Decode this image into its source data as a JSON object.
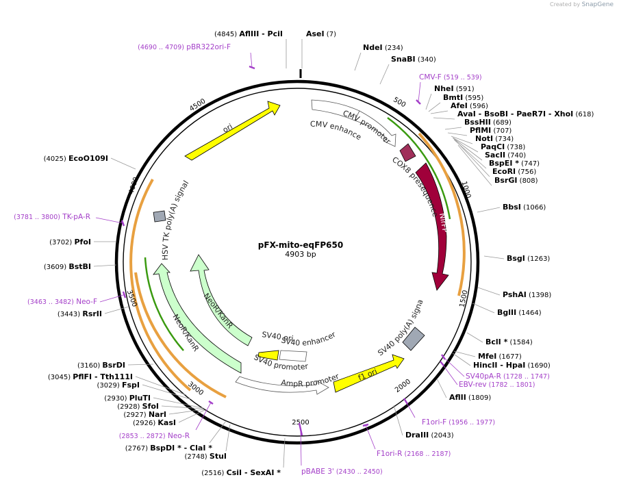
{
  "watermark": {
    "prefix": "Created by",
    "brand": "SnapGene"
  },
  "plasmid": {
    "name": "pFX-mito-eqFP650",
    "length": "4903 bp"
  },
  "ticks": [
    "500",
    "1000",
    "1500",
    "2000",
    "2500",
    "3000",
    "3500",
    "4000",
    "4500"
  ],
  "enzymes": [
    {
      "id": "aflIII-pciI",
      "left": "(4845)",
      "name": "AflIII  -  PciI",
      "right": ""
    },
    {
      "id": "aseI",
      "left": "",
      "name": "AseI",
      "right": "(7)"
    },
    {
      "id": "ndeI",
      "left": "",
      "name": "NdeI",
      "right": "(234)"
    },
    {
      "id": "snabI",
      "left": "",
      "name": "SnaBI",
      "right": "(340)"
    },
    {
      "id": "nheI",
      "left": "",
      "name": "NheI",
      "right": "(591)"
    },
    {
      "id": "bmtI",
      "left": "",
      "name": "BmtI",
      "right": "(595)"
    },
    {
      "id": "afeI",
      "left": "",
      "name": "AfeI",
      "right": "(596)"
    },
    {
      "id": "avaI-group",
      "left": "",
      "name": "AvaI  -  BsoBI  -  PaeR7I  -  XhoI",
      "right": "(618)"
    },
    {
      "id": "bsshII",
      "left": "",
      "name": "BssHII",
      "right": "(689)"
    },
    {
      "id": "pflmI",
      "left": "",
      "name": "PflMI",
      "right": "(707)"
    },
    {
      "id": "notI",
      "left": "",
      "name": "NotI",
      "right": "(734)"
    },
    {
      "id": "paqCI",
      "left": "",
      "name": "PaqCI",
      "right": "(738)"
    },
    {
      "id": "sacII",
      "left": "",
      "name": "SacII",
      "right": "(740)"
    },
    {
      "id": "bspEI",
      "left": "",
      "name": "BspEI  *",
      "right": "(747)"
    },
    {
      "id": "ecoRI",
      "left": "",
      "name": "EcoRI",
      "right": "(756)"
    },
    {
      "id": "bsrGI",
      "left": "",
      "name": "BsrGI",
      "right": "(808)"
    },
    {
      "id": "bbsI",
      "left": "",
      "name": "BbsI",
      "right": "(1066)"
    },
    {
      "id": "bsgI",
      "left": "",
      "name": "BsgI",
      "right": "(1263)"
    },
    {
      "id": "pshAI",
      "left": "",
      "name": "PshAI",
      "right": "(1398)"
    },
    {
      "id": "bglII",
      "left": "",
      "name": "BglII",
      "right": "(1464)"
    },
    {
      "id": "bclI",
      "left": "",
      "name": "BclI  *",
      "right": "(1584)"
    },
    {
      "id": "mfeI",
      "left": "",
      "name": "MfeI",
      "right": "(1677)"
    },
    {
      "id": "hincII-hpaI",
      "left": "",
      "name": "HincII  -  HpaI",
      "right": "(1690)"
    },
    {
      "id": "aflII",
      "left": "",
      "name": "AflII",
      "right": "(1809)"
    },
    {
      "id": "draIII",
      "left": "",
      "name": "DraIII",
      "right": "(2043)"
    },
    {
      "id": "csiI-sexAI",
      "left": "(2516)",
      "name": "CsiI  -  SexAI  *",
      "right": ""
    },
    {
      "id": "stuI",
      "left": "(2748)",
      "name": "StuI",
      "right": ""
    },
    {
      "id": "bspDI-claI",
      "left": "(2767)",
      "name": "BspDI  *  -  ClaI  *",
      "right": ""
    },
    {
      "id": "kasI",
      "left": "(2926)",
      "name": "KasI",
      "right": ""
    },
    {
      "id": "narI",
      "left": "(2927)",
      "name": "NarI",
      "right": ""
    },
    {
      "id": "sfoI",
      "left": "(2928)",
      "name": "SfoI",
      "right": ""
    },
    {
      "id": "pluTI",
      "left": "(2930)",
      "name": "PluTI",
      "right": ""
    },
    {
      "id": "fspI",
      "left": "(3029)",
      "name": "FspI",
      "right": ""
    },
    {
      "id": "pflFI-tth111I",
      "left": "(3045)",
      "name": "PflFI  -  Tth111I",
      "right": ""
    },
    {
      "id": "bsrDI",
      "left": "(3160)",
      "name": "BsrDI",
      "right": ""
    },
    {
      "id": "rsrII",
      "left": "(3443)",
      "name": "RsrII",
      "right": ""
    },
    {
      "id": "bstBI",
      "left": "(3609)",
      "name": "BstBI",
      "right": ""
    },
    {
      "id": "pfoI",
      "left": "(3702)",
      "name": "PfoI",
      "right": ""
    },
    {
      "id": "ecoO109I",
      "left": "(4025)",
      "name": "EcoO109I",
      "right": ""
    }
  ],
  "primers": [
    {
      "id": "pBR322ori-F",
      "name": "pBR322ori-F",
      "range": "(4690 .. 4709)"
    },
    {
      "id": "CMV-F",
      "name": "CMV-F",
      "range": "(519 .. 539)"
    },
    {
      "id": "TK-pA-R",
      "name": "TK-pA-R",
      "range": "(3781 .. 3800)"
    },
    {
      "id": "Neo-F",
      "name": "Neo-F",
      "range": "(3463 .. 3482)"
    },
    {
      "id": "SV40pA-R",
      "name": "SV40pA-R",
      "range": "(1728 .. 1747)"
    },
    {
      "id": "EBV-rev",
      "name": "EBV-rev",
      "range": "(1782 .. 1801)"
    },
    {
      "id": "F1ori-F",
      "name": "F1ori-F",
      "range": "(1956 .. 1977)"
    },
    {
      "id": "F1ori-R",
      "name": "F1ori-R",
      "range": "(2168 .. 2187)"
    },
    {
      "id": "pBABE-3",
      "name": "pBABE 3'",
      "range": "(2430 .. 2450)"
    },
    {
      "id": "Neo-R",
      "name": "Neo-R",
      "range": "(2853 .. 2872)"
    }
  ],
  "features": {
    "ori": "ori",
    "cmv_enhancer": "CMV enhancer",
    "cmv_promoter": "CMV promoter",
    "cox8": "COX8 presequence",
    "nirfp": "NirFP",
    "sv40_polyA": "SV40 poly(A) signal",
    "f1_ori": "f1 ori",
    "ampr_promoter": "AmpR promoter",
    "sv40_promoter": "SV40 promoter",
    "sv40_ori": "SV40 ori",
    "sv40_enhancer": "SV40 enhancer",
    "neor_inner": "NeoR/KanR",
    "neor_outer": "NeoR/KanR",
    "hsv_tk_polyA": "HSV TK poly(A) signal"
  },
  "colors": {
    "backbone": "#000000",
    "ori": "#ffff00",
    "nirfp": "#a0003a",
    "cox8": "#a0305a",
    "neor": "#ccffcc",
    "polyA": "#a0a8b4",
    "primer": "#a33ec8",
    "orf_orange": "#e8a040",
    "orf_green": "#3a9a10"
  }
}
